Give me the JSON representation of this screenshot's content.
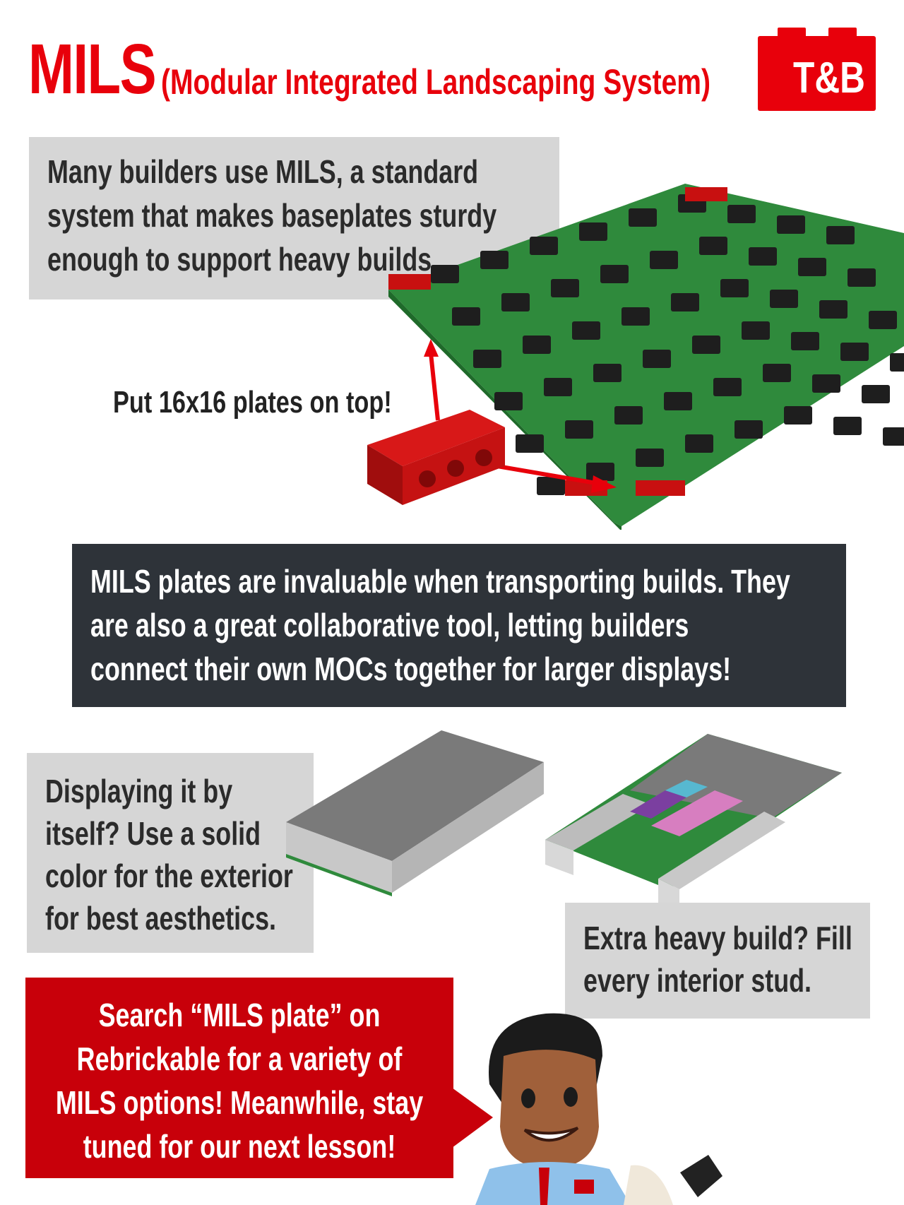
{
  "header": {
    "title": "MILS",
    "subtitle": "(Modular Integrated Landscaping System)",
    "logo_text": "T&B"
  },
  "intro": {
    "lines": [
      "Many builders use MILS, a standard",
      "system that makes baseplates sturdy",
      "enough to support heavy builds."
    ]
  },
  "annotation": "Put 16x16 plates on top!",
  "transport": {
    "lines": [
      "MILS plates are invaluable when transporting builds. They",
      "are also a great collaborative tool, letting builders",
      "connect their own MOCs together for larger displays!"
    ]
  },
  "solid_tip": {
    "lines": [
      "Displaying it by",
      "itself? Use a solid",
      "color for the exterior",
      "for best aesthetics."
    ]
  },
  "heavy_tip": {
    "lines": [
      "Extra heavy build? Fill",
      "every interior stud."
    ]
  },
  "callout": {
    "lines": [
      "Search “MILS plate” on",
      "Rebrickable for a variety of",
      "MILS options! Meanwhile, stay",
      "tuned for our next lesson!"
    ]
  },
  "colors": {
    "brand_red": "#e8000b",
    "dark_box": "#2e3339",
    "gray_box": "#d6d6d6",
    "callout_red": "#c8000a"
  }
}
